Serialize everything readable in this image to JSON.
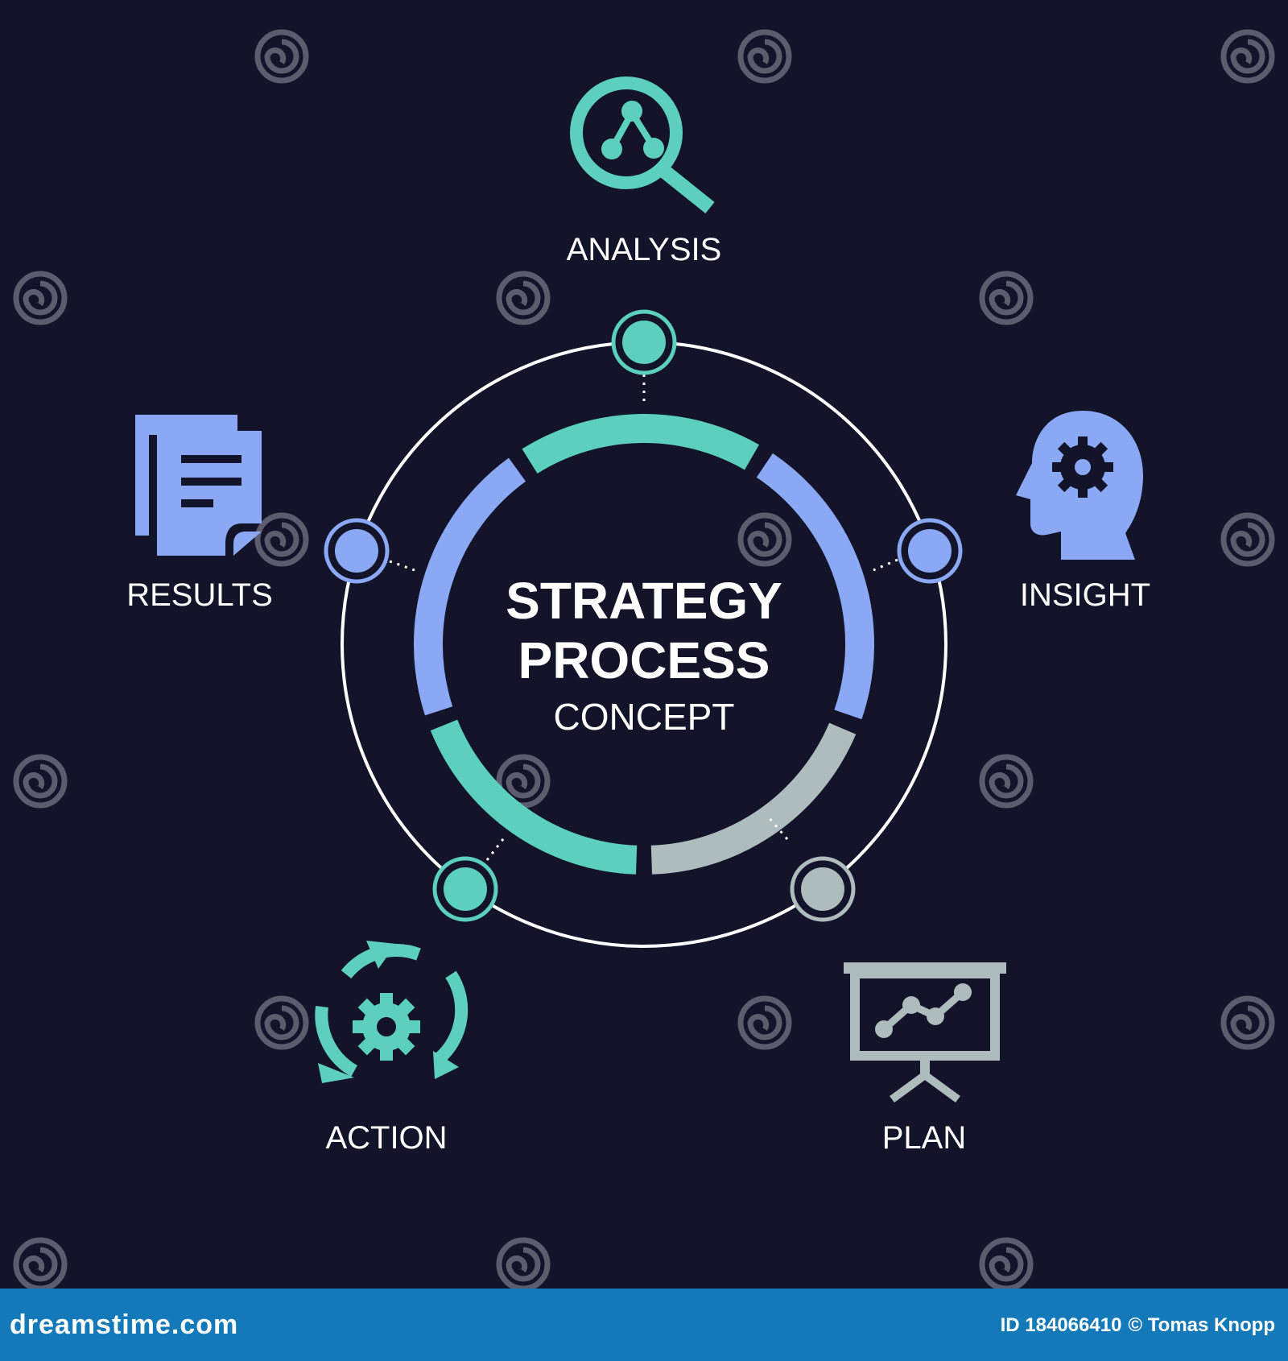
{
  "colors": {
    "background": "#13132a",
    "teal": "#5ccfbe",
    "blue": "#8aa8f4",
    "gray": "#aebcbe",
    "ring": "#ffffff",
    "footer": "#1479b8"
  },
  "center": {
    "title_line1": "STRATEGY",
    "title_line2": "PROCESS",
    "subtitle": "CONCEPT"
  },
  "stages": [
    {
      "key": "analysis",
      "label": "ANALYSIS",
      "icon": "magnifier-network-icon",
      "color": "teal"
    },
    {
      "key": "insight",
      "label": "INSIGHT",
      "icon": "head-gear-icon",
      "color": "blue"
    },
    {
      "key": "plan",
      "label": "PLAN",
      "icon": "presentation-chart-icon",
      "color": "gray"
    },
    {
      "key": "action",
      "label": "ACTION",
      "icon": "cycle-gear-icon",
      "color": "teal"
    },
    {
      "key": "results",
      "label": "RESULTS",
      "icon": "documents-icon",
      "color": "blue"
    }
  ],
  "watermark": "dreamstime",
  "footer": {
    "brand": "dreamstime.com",
    "id_text": "ID 184066410",
    "credit": "© Tomas Knopp"
  }
}
